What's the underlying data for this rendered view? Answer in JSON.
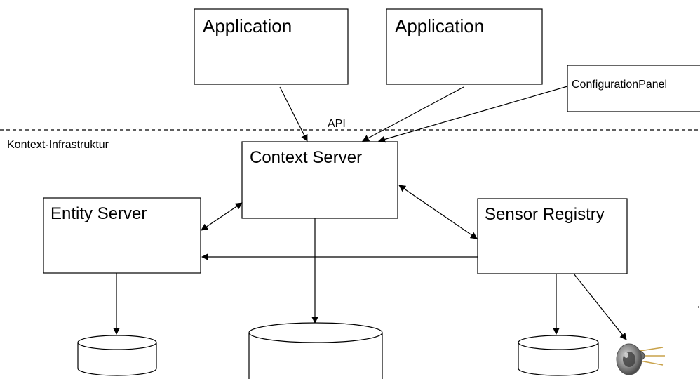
{
  "diagram": {
    "api_label": "API",
    "layer_label": "Kontext-Infrastruktur",
    "nodes": {
      "application_1": "Application",
      "application_2": "Application",
      "configuration_panel": "ConfigurationPanel",
      "context_server": "Context Server",
      "entity_server": "Entity Server",
      "sensor_registry": "Sensor Registry"
    },
    "databases": [
      "entity-server-db",
      "context-server-db",
      "sensor-registry-db"
    ],
    "sensor_device": "sensor-device-icon",
    "colors": {
      "line": "#000000",
      "background": "#ffffff",
      "sensor_metal": "#9a9a9a",
      "sensor_pins": "#c9a24a"
    }
  }
}
